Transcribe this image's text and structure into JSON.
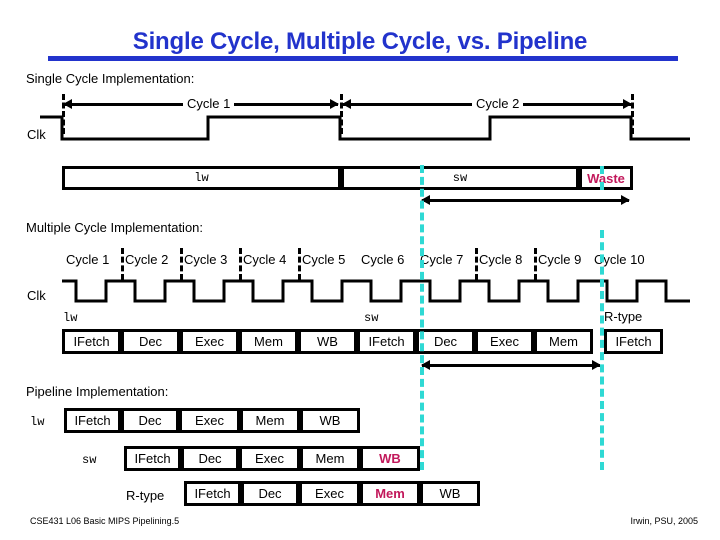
{
  "slide": {
    "title": "Single Cycle, Multiple Cycle, vs. Pipeline",
    "title_color": "#2233cc",
    "accent_color": "#2fd9d4",
    "highlight_color": "#c2185b",
    "footer_left": "CSE431  L06 Basic MIPS Pipelining.5",
    "footer_right": "Irwin, PSU, 2005"
  },
  "single_cycle": {
    "heading": "Single Cycle Implementation:",
    "clk_label": "Clk",
    "cycle_labels": [
      "Cycle 1",
      "Cycle 2"
    ],
    "instructions": [
      "lw",
      "sw"
    ],
    "waste_label": "Waste"
  },
  "multiple_cycle": {
    "heading": "Multiple Cycle Implementation:",
    "clk_label": "Clk",
    "cycle_labels": [
      "Cycle 1",
      "Cycle 2",
      "Cycle 3",
      "Cycle 4",
      "Cycle 5",
      "Cycle 6",
      "Cycle 7",
      "Cycle 8",
      "Cycle 9",
      "Cycle 10"
    ],
    "instruction_labels": [
      "lw",
      "sw",
      "R-type"
    ],
    "stages": [
      "IFetch",
      "Dec",
      "Exec",
      "Mem",
      "WB",
      "IFetch",
      "Dec",
      "Exec",
      "Mem",
      "IFetch"
    ]
  },
  "pipeline": {
    "heading": "Pipeline Implementation:",
    "rows": [
      {
        "label": "lw",
        "stages": [
          "IFetch",
          "Dec",
          "Exec",
          "Mem",
          "WB"
        ],
        "highlight": -1
      },
      {
        "label": "sw",
        "stages": [
          "IFetch",
          "Dec",
          "Exec",
          "Mem",
          "WB"
        ],
        "highlight": 4
      },
      {
        "label": "R-type",
        "stages": [
          "IFetch",
          "Dec",
          "Exec",
          "Mem",
          "WB"
        ],
        "highlight": 3
      }
    ]
  }
}
